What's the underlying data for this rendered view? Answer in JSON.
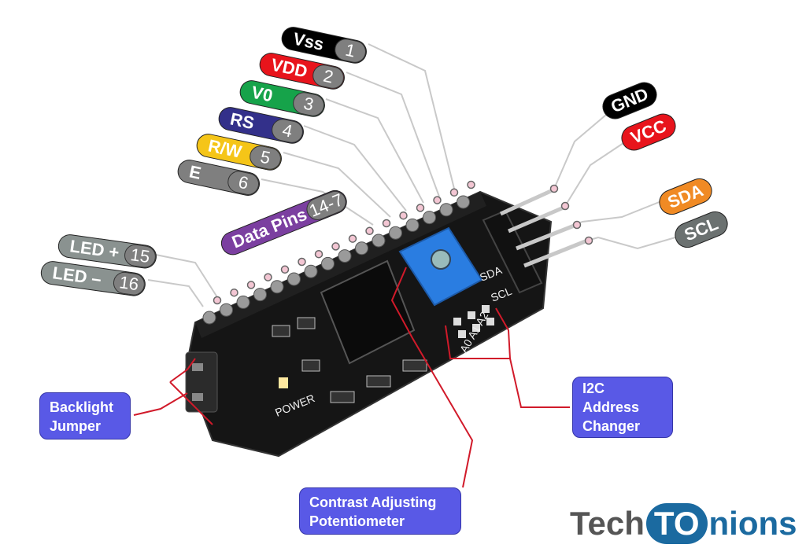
{
  "diagram": {
    "subject": "I2C LCD adapter module pinout",
    "lcd_pins": [
      {
        "label": "Vss",
        "number": "1",
        "color": "#000000"
      },
      {
        "label": "VDD",
        "number": "2",
        "color": "#e8141c"
      },
      {
        "label": "V0",
        "number": "3",
        "color": "#16a34a"
      },
      {
        "label": "RS",
        "number": "4",
        "color": "#33308a"
      },
      {
        "label": "R/W",
        "number": "5",
        "color": "#f5c518"
      },
      {
        "label": "E",
        "number": "6",
        "color": "#7f7f7f"
      },
      {
        "label": "Data Pins",
        "number": "14-7",
        "color": "#7b3fa0"
      },
      {
        "label": "LED +",
        "number": "15",
        "color": "#8a9290"
      },
      {
        "label": "LED –",
        "number": "16",
        "color": "#8a9290"
      }
    ],
    "i2c_pins": [
      {
        "label": "GND",
        "color": "#000000"
      },
      {
        "label": "VCC",
        "color": "#e8141c"
      },
      {
        "label": "SDA",
        "color": "#f08a24"
      },
      {
        "label": "SCL",
        "color": "#6b7170"
      }
    ],
    "board_silkscreen": {
      "sda": "SDA",
      "scl": "SCL",
      "address": "A0 A1 A2",
      "power": "POWER"
    },
    "callouts": {
      "backlight": "Backlight Jumper",
      "i2c_address": "I2C Address Changer",
      "contrast": "Contrast Adjusting Potentiometer"
    },
    "accent_color": "#5959e6",
    "leader_color": "#d11a2a"
  },
  "logo": {
    "tech": "Tech",
    "to": "TO",
    "onions": "nions"
  }
}
